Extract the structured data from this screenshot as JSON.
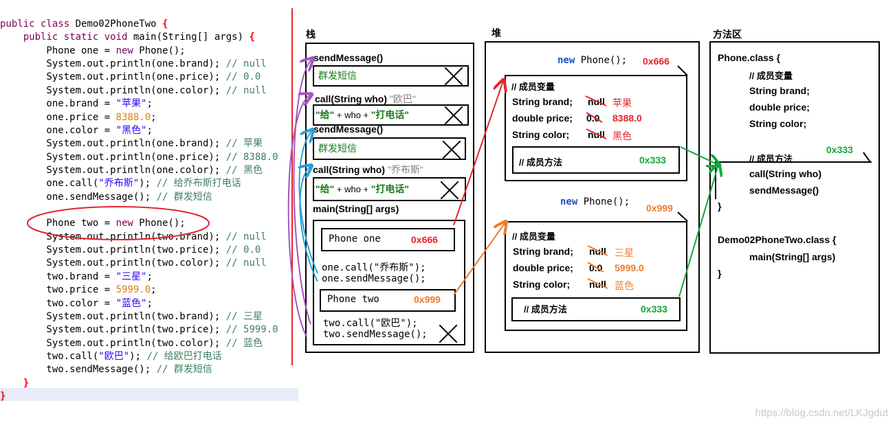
{
  "code": {
    "lines": [
      {
        "html": "<span class=\"kw\">public class</span> Demo02PhoneTwo <span class=\"br\">{</span>"
      },
      {
        "html": "    <span class=\"kw\">public static void</span> main(String[] args) <span class=\"br\">{</span>"
      },
      {
        "html": "        Phone one = <span class=\"kw\">new</span> Phone();"
      },
      {
        "html": "        System.out.println(one.brand); <span class=\"cm\">// null</span>"
      },
      {
        "html": "        System.out.println(one.price); <span class=\"cm\">// 0.0</span>"
      },
      {
        "html": "        System.out.println(one.color); <span class=\"cm\">// null</span>"
      },
      {
        "html": "        one.brand = <span class=\"str\">\"苹果\"</span>;"
      },
      {
        "html": "        one.price = <span class=\"num\">8388.0</span>;"
      },
      {
        "html": "        one.color = <span class=\"str\">\"黑色\"</span>;"
      },
      {
        "html": "        System.out.println(one.brand); <span class=\"cm\">// 苹果</span>"
      },
      {
        "html": "        System.out.println(one.price); <span class=\"cm\">// 8388.0</span>"
      },
      {
        "html": "        System.out.println(one.color); <span class=\"cm\">// 黑色</span>"
      },
      {
        "html": "        one.call(<span class=\"str\">\"乔布斯\"</span>); <span class=\"cm\">// 给乔布斯打电话</span>"
      },
      {
        "html": "        one.sendMessage(); <span class=\"cm\">// 群发短信</span>"
      },
      {
        "html": ""
      },
      {
        "html": "        Phone two = <span class=\"kw\">new</span> Phone();"
      },
      {
        "html": "        System.out.println(two.brand); <span class=\"cm\">// null</span>"
      },
      {
        "html": "        System.out.println(two.price); <span class=\"cm\">// 0.0</span>"
      },
      {
        "html": "        System.out.println(two.color); <span class=\"cm\">// null</span>"
      },
      {
        "html": "        two.brand = <span class=\"str\">\"三星\"</span>;"
      },
      {
        "html": "        two.price = <span class=\"num\">5999.0</span>;"
      },
      {
        "html": "        two.color = <span class=\"str\">\"蓝色\"</span>;"
      },
      {
        "html": "        System.out.println(two.brand); <span class=\"cm\">// 三星</span>"
      },
      {
        "html": "        System.out.println(two.price); <span class=\"cm\">// 5999.0</span>"
      },
      {
        "html": "        System.out.println(two.color); <span class=\"cm\">// 蓝色</span>"
      },
      {
        "html": "        two.call(<span class=\"str\">\"欧巴\"</span>); <span class=\"cm\">// 给欧巴打电话</span>"
      },
      {
        "html": "        two.sendMessage(); <span class=\"cm\">// 群发短信</span>"
      },
      {
        "html": "    <span class=\"br\">}</span>"
      },
      {
        "html": "<span class=\"br\">}</span>"
      }
    ]
  },
  "stack": {
    "title": "栈",
    "frames": [
      {
        "method": "sendMessage()",
        "arg": "",
        "body": "群发短信"
      },
      {
        "method": "call(String who)",
        "arg": "\"欧巴\"",
        "body_pre": "\"给\"",
        "body_mid": " + who + ",
        "body_post": "\"打电话\""
      },
      {
        "method": "sendMessage()",
        "arg": "",
        "body": "群发短信"
      },
      {
        "method": "call(String who)",
        "arg": "\"乔布斯\"",
        "body_pre": "\"给\"",
        "body_mid": " + who + ",
        "body_post": "\"打电话\""
      }
    ],
    "main": {
      "method": "main(String[] args)",
      "var_one": "Phone one",
      "addr_one": "0x666",
      "call_one_a": "one.call(\"乔布斯\");",
      "call_one_b": "one.sendMessage();",
      "var_two": "Phone two",
      "addr_two": "0x999",
      "call_two_a": "two.call(\"欧巴\");",
      "call_two_b": "two.sendMessage();"
    }
  },
  "heap": {
    "title": "堆",
    "obj1": {
      "new": "new",
      "ctor": "Phone();",
      "addr": "0x666",
      "vars_title": "// 成员变量",
      "rows": [
        {
          "decl": "String brand;",
          "old": "null",
          "val": "苹果"
        },
        {
          "decl": "double price;",
          "old": "0.0",
          "val": "8388.0"
        },
        {
          "decl": "String color;",
          "old": "null",
          "val": "黑色"
        }
      ],
      "methods_title": "// 成员方法",
      "methods_addr": "0x333"
    },
    "obj2": {
      "new": "new",
      "ctor": "Phone();",
      "addr": "0x999",
      "vars_title": "// 成员变量",
      "rows": [
        {
          "decl": "String brand;",
          "old": "null",
          "val": "三星"
        },
        {
          "decl": "double price;",
          "old": "0.0",
          "val": "5999.0"
        },
        {
          "decl": "String color;",
          "old": "null",
          "val": "蓝色"
        }
      ],
      "methods_title": "// 成员方法",
      "methods_addr": "0x333"
    }
  },
  "method_area": {
    "title": "方法区",
    "phone_class": "Phone.class {",
    "vars_title": "// 成员变量",
    "fields": [
      "String brand;",
      "double price;",
      "String color;"
    ],
    "methods_title": "// 成员方法",
    "methods_addr": "0x333",
    "methods": [
      "call(String who)",
      "sendMessage()"
    ],
    "close1": "}",
    "demo_class": "Demo02PhoneTwo.class {",
    "main_method": "main(String[] args)",
    "close2": "}"
  },
  "watermark": "https://blog.csdn.net/LKJgdut",
  "colors": {
    "red": "#e4252a",
    "orange": "#ec7c30",
    "green": "#11a83a",
    "blue": "#1e4fc8",
    "purple": "#a555c0",
    "cyan": "#2a9fd8"
  }
}
